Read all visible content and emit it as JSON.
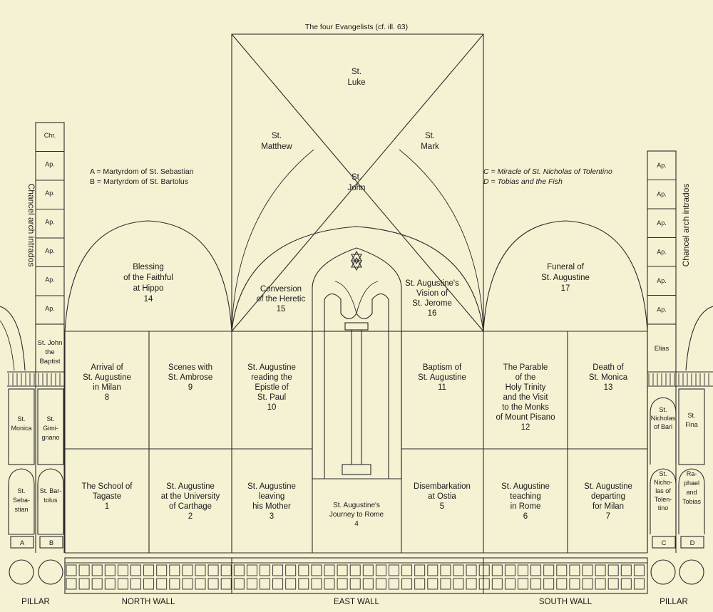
{
  "top_caption": "The four Evangelists (cf. ill. 63)",
  "evangelists": {
    "luke": [
      "St.",
      "Luke"
    ],
    "matthew": [
      "St.",
      "Matthew"
    ],
    "mark": [
      "St.",
      "Mark"
    ],
    "john": [
      "St.",
      "John"
    ]
  },
  "legend_left": [
    "A = Martyrdom of St. Sebastian",
    "B = Martyrdom of St. Bartolus"
  ],
  "legend_right": [
    "C = Miracle of St. Nicholas of Tolentino",
    "D = Tobias and the Fish"
  ],
  "side_label_left": "Chancel arch intrados",
  "side_label_right": "Chancel arch intrados",
  "pilaster_left_col1": [
    "Chr.",
    "Ap.",
    "Ap.",
    "Ap.",
    "Ap.",
    "Ap.",
    "Ap."
  ],
  "pilaster_right_col": [
    "Ap.",
    "Ap.",
    "Ap.",
    "Ap.",
    "Ap.",
    "Ap."
  ],
  "lunettes": {
    "l14": [
      "Blessing",
      "of the Faithful",
      "at Hippo",
      "14"
    ],
    "l15": [
      "Conversion",
      "of the Heretic",
      "15"
    ],
    "l16": [
      "St. Augustine's",
      "Vision of",
      "St. Jerome",
      "16"
    ],
    "l17": [
      "Funeral of",
      "St. Augustine",
      "17"
    ]
  },
  "panels": {
    "p8": [
      "Arrival of",
      "St. Augustine",
      "in Milan",
      "8"
    ],
    "p9": [
      "Scenes with",
      "St. Ambrose",
      "9"
    ],
    "p10": [
      "St. Augustine",
      "reading the",
      "Epistle of",
      "St. Paul",
      "10"
    ],
    "p11": [
      "Baptism of",
      "St. Augustine",
      "11"
    ],
    "p12": [
      "The Parable",
      "of the",
      "Holy Trinity",
      "and the Visit",
      "to the Monks",
      "of Mount Pisano",
      "12"
    ],
    "p13": [
      "Death of",
      "St. Monica",
      "13"
    ],
    "p1": [
      "The School of",
      "Tagaste",
      "1"
    ],
    "p2": [
      "St. Augustine",
      "at the University",
      "of Carthage",
      "2"
    ],
    "p3": [
      "St. Augustine",
      "leaving",
      "his Mother",
      "3"
    ],
    "p4": [
      "St. Augustine's",
      "Journey to Rome",
      "4"
    ],
    "p5": [
      "Disembarkation",
      "at Ostia",
      "5"
    ],
    "p6": [
      "St. Augustine",
      "teaching",
      "in Rome",
      "6"
    ],
    "p7": [
      "St. Augustine",
      "departing",
      "for Milan",
      "7"
    ]
  },
  "left_pillar_saints": {
    "john": [
      "St. John",
      "the",
      "Baptist"
    ],
    "monica": [
      "St.",
      "Monica"
    ],
    "gimignano": [
      "St.",
      "Gimi-",
      "gnano"
    ],
    "sebastian": [
      "St.",
      "Seba-",
      "stian"
    ],
    "bartolus": [
      "St. Bar-",
      "tolus"
    ],
    "a": "A",
    "b": "B"
  },
  "right_pillar_saints": {
    "elias": "Elias",
    "nicholas_bari": [
      "St.",
      "Nicholas",
      "of Bari"
    ],
    "fina": [
      "St.",
      "Fina"
    ],
    "nicholas_tolentino": [
      "St.",
      "Nicho-",
      "las of",
      "Tolen-",
      "tino"
    ],
    "raphael": [
      "Ra-",
      "phael",
      "and",
      "Tobias"
    ],
    "c": "C",
    "d": "D"
  },
  "bottom_labels": {
    "pillar_left": "PILLAR",
    "north_wall": "NORTH WALL",
    "east_wall": "EAST WALL",
    "south_wall": "SOUTH WALL",
    "pillar_right": "PILLAR"
  }
}
